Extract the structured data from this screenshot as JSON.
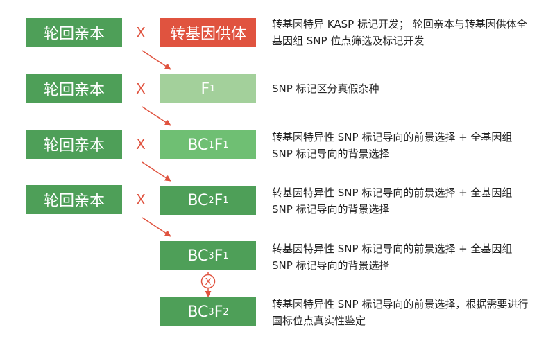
{
  "rows": [
    {
      "parent": "轮回亲本",
      "cross": "X",
      "prog_main": "转基因供体",
      "prog_parts": [],
      "desc": "转基因特异 KASP 标记开发； 轮回亲本与转基因供体全基因组 SNP 位点筛选及标记开发"
    },
    {
      "parent": "轮回亲本",
      "cross": "X",
      "prog_main": "",
      "prog_parts": [
        {
          "t": "F"
        },
        {
          "s": "1"
        }
      ],
      "desc": "SNP 标记区分真假杂种"
    },
    {
      "parent": "轮回亲本",
      "cross": "X",
      "prog_main": "",
      "prog_parts": [
        {
          "t": "BC"
        },
        {
          "s": "1"
        },
        {
          "t": "F"
        },
        {
          "s": "1"
        }
      ],
      "desc": "转基因特异性 SNP 标记导向的前景选择 + 全基因组 SNP 标记导向的背景选择"
    },
    {
      "parent": "轮回亲本",
      "cross": "X",
      "prog_main": "",
      "prog_parts": [
        {
          "t": "BC"
        },
        {
          "s": "2"
        },
        {
          "t": "F"
        },
        {
          "s": "1"
        }
      ],
      "desc": "转基因特异性 SNP 标记导向的前景选择 + 全基因组 SNP 标记导向的背景选择"
    },
    {
      "parent": "",
      "cross": "",
      "prog_main": "",
      "prog_parts": [
        {
          "t": "BC"
        },
        {
          "s": "3"
        },
        {
          "t": "F"
        },
        {
          "s": "1"
        }
      ],
      "desc": "转基因特异性 SNP 标记导向的前景选择 + 全基因组 SNP 标记导向的背景选择"
    },
    {
      "parent": "",
      "cross": "",
      "prog_main": "",
      "prog_parts": [
        {
          "t": "BC"
        },
        {
          "s": "3"
        },
        {
          "t": "F"
        },
        {
          "s": "2"
        }
      ],
      "desc": "转基因特异性 SNP 标记导向的前景选择，根据需要进行国标位点真实性鉴定"
    }
  ],
  "self_mark": "X",
  "colors": {
    "parent": "#4e9f58",
    "donor": "#e0533f",
    "f1": "#a3d09b",
    "bc1": "#6fbf73",
    "bc": "#4e9f58",
    "arrow": "#e0533f"
  }
}
